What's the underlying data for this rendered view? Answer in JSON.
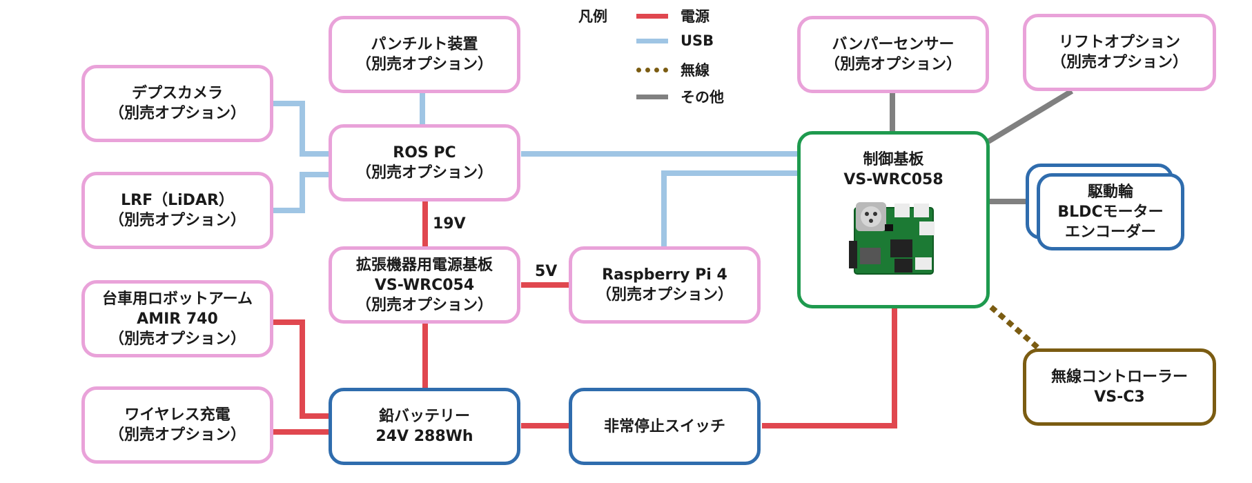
{
  "legend": {
    "title": "凡例",
    "items": [
      {
        "label": "電源",
        "color": "#e0474f"
      },
      {
        "label": "USB",
        "color": "#9fc5e4"
      },
      {
        "label": "無線",
        "color": "#7b5c12"
      },
      {
        "label": "その他",
        "color": "#808080"
      }
    ]
  },
  "nodes": {
    "pantilt": [
      "パンチルト装置",
      "（別売オプション）"
    ],
    "depth": [
      "デプスカメラ",
      "（別売オプション）"
    ],
    "rospc": [
      "ROS PC",
      "（別売オプション）"
    ],
    "lrf": [
      "LRF（LiDAR）",
      "（別売オプション）"
    ],
    "expansion": [
      "拡張機器用電源基板",
      "VS-WRC054",
      "（別売オプション）"
    ],
    "raspi": [
      "Raspberry Pi 4",
      "（別売オプション）"
    ],
    "arm": [
      "台車用ロボットアーム",
      "AMIR 740",
      "（別売オプション）"
    ],
    "charger": [
      "ワイヤレス充電",
      "（別売オプション）"
    ],
    "battery": [
      "鉛バッテリー",
      "24V 288Wh"
    ],
    "estop": [
      "非常停止スイッチ"
    ],
    "control": [
      "制御基板",
      "VS-WRC058"
    ],
    "bumper": [
      "バンパーセンサー",
      "（別売オプション）"
    ],
    "lift": [
      "リフトオプション",
      "（別売オプション）"
    ],
    "wheels": [
      "駆動輪",
      "BLDCモーター",
      "エンコーダー"
    ],
    "wireless": [
      "無線コントローラー",
      "VS-C3"
    ]
  },
  "edge_labels": {
    "v19": "19V",
    "v5": "5V"
  }
}
